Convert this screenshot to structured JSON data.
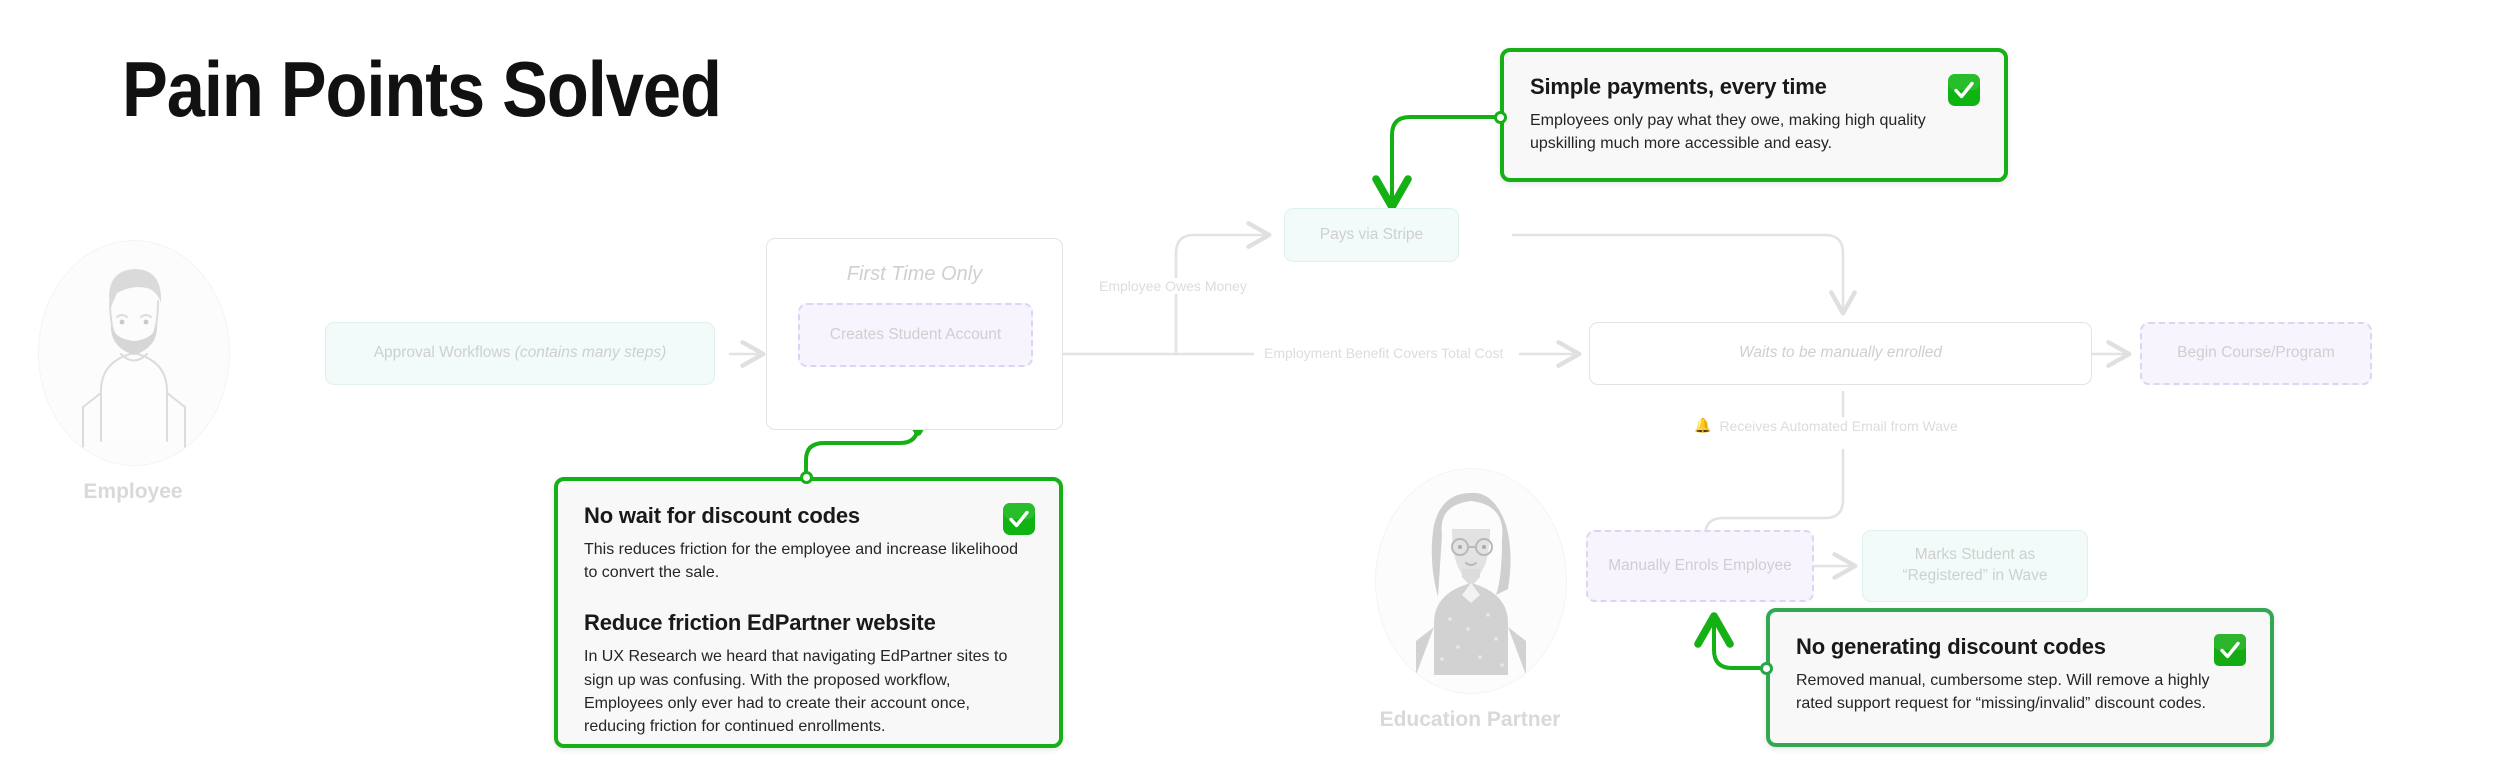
{
  "page": {
    "title": "Pain Points Solved",
    "background": "#ffffff",
    "accent_bright_green": "#14b014",
    "accent_muted_green": "#32a852",
    "faded_text": "#cfcfcf"
  },
  "personas": [
    {
      "id": "employee",
      "label": "Employee",
      "avatar": "bearded-man-avatar"
    },
    {
      "id": "education-partner",
      "label": "Education Partner",
      "avatar": "woman-with-glasses-avatar"
    }
  ],
  "flow": {
    "nodes": [
      {
        "id": "approval-workflows",
        "text": "Approval Workflows ",
        "emphasis": "(contains many steps)",
        "style": "mint"
      },
      {
        "id": "first-time-only-group",
        "text": "First Time Only",
        "style": "group"
      },
      {
        "id": "creates-student-account",
        "text": "Creates Student Account",
        "style": "dashed"
      },
      {
        "id": "pays-via-stripe",
        "text": "Pays via Stripe",
        "style": "mint"
      },
      {
        "id": "waits-to-be-manually-enrolled",
        "text": "Waits to be manually enrolled",
        "style": "plain-italic"
      },
      {
        "id": "begin-course-program",
        "text": "Begin Course/Program",
        "style": "dashed"
      },
      {
        "id": "manually-enrols-employee",
        "text": "Manually Enrols Employee",
        "style": "dashed"
      },
      {
        "id": "marks-student-registered",
        "text": "Marks Student as “Registered” in Wave",
        "style": "mint"
      }
    ],
    "edge_labels": [
      {
        "id": "employee-owes-money",
        "text": "Employee Owes Money"
      },
      {
        "id": "employment-benefit-covers-total-cost",
        "text": "Employment Benefit Covers Total Cost"
      },
      {
        "id": "receives-automated-email",
        "icon": "bell-icon",
        "bell": "🔔",
        "text": "Receives Automated Email from Wave"
      }
    ]
  },
  "callouts": [
    {
      "id": "simple-payments",
      "variant": "bright",
      "badge": "white-check-mark-icon",
      "sections": [
        {
          "heading": "Simple payments, every time",
          "body": "Employees only pay what they owe, making high quality upskilling much more accessible and easy."
        }
      ]
    },
    {
      "id": "no-wait-for-discount-codes",
      "variant": "bright",
      "badge": "white-check-mark-icon",
      "sections": [
        {
          "heading": "No wait for discount codes",
          "body": "This reduces friction for the employee and increase likelihood to convert the sale."
        },
        {
          "heading": "Reduce friction EdPartner website",
          "body": "In UX Research we heard that navigating EdPartner sites to sign up was confusing. With the proposed workflow, Employees only ever had to create their account once, reducing friction for continued enrollments."
        }
      ]
    },
    {
      "id": "no-generating-discount-codes",
      "variant": "muted",
      "badge": "white-check-mark-icon",
      "sections": [
        {
          "heading": "No generating discount codes",
          "body": "Removed manual, cumbersome step. Will remove a highly rated support request for “missing/invalid” discount codes."
        }
      ]
    }
  ]
}
